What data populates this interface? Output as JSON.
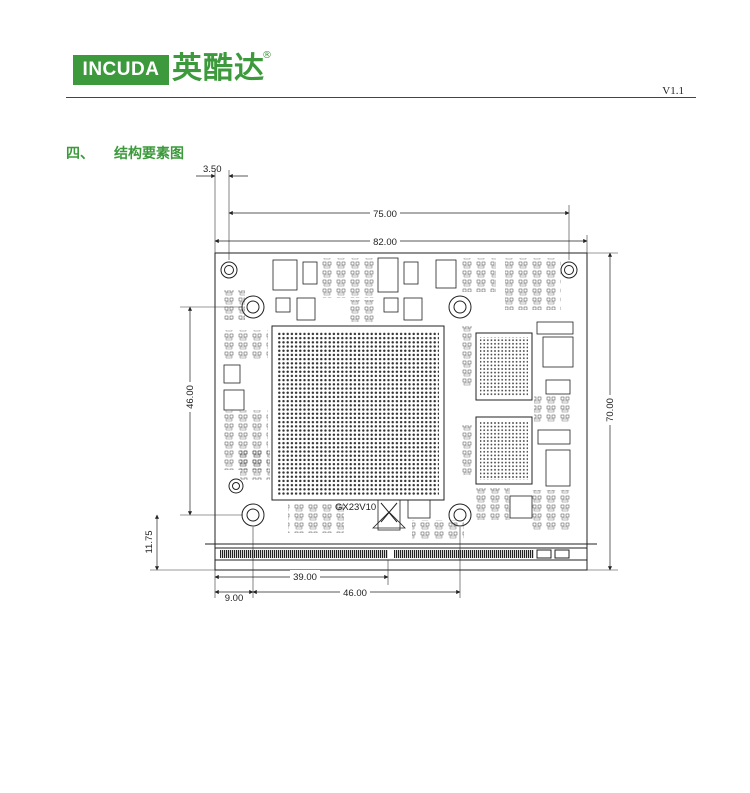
{
  "header": {
    "logo_en": "INCUDA",
    "logo_cn": "英酷达",
    "logo_reg": "®",
    "version": "V1.1",
    "brand_color": "#3c9a3c"
  },
  "section": {
    "number": "四、",
    "title": "结构要素图"
  },
  "drawing": {
    "board_label": "GX23V10",
    "dimensions": {
      "d_3_50": "3.50",
      "d_75": "75.00",
      "d_82": "82.00",
      "d_46_v": "46.00",
      "d_70": "70.00",
      "d_11_75": "11.75",
      "d_39": "39.00",
      "d_9": "9.00",
      "d_46_h": "46.00"
    }
  }
}
